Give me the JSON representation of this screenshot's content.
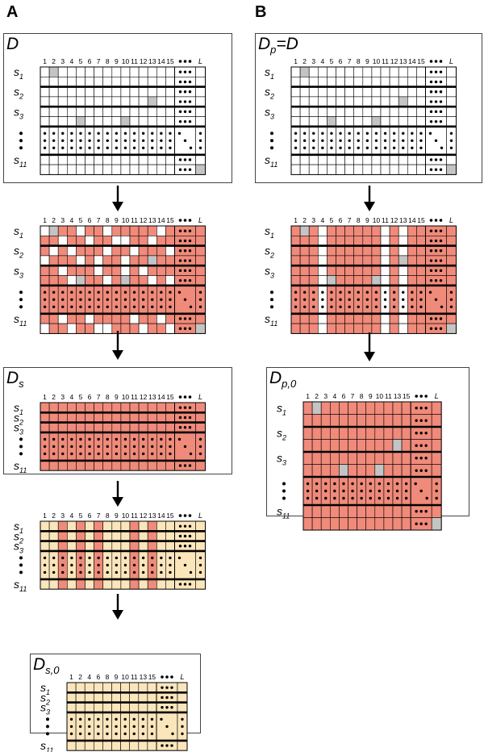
{
  "panels": {
    "a": "A",
    "b": "B"
  },
  "titles": {
    "d": "D",
    "dp_main": "D",
    "dp_sub": "p",
    "dp_eq": "=D",
    "ds_main": "D",
    "ds_sub": "s",
    "dp0_main": "D",
    "dp0_sub": "p,0",
    "ds0_main": "D",
    "ds0_sub": "s,0"
  },
  "row_labels": {
    "s": "s",
    "sub1": "1",
    "sub2": "2",
    "sub3": "3",
    "sub11": "11"
  },
  "column_headers": {
    "full": [
      "1",
      "2",
      "3",
      "4",
      "5",
      "6",
      "7",
      "8",
      "9",
      "10",
      "11",
      "12",
      "13",
      "14",
      "15"
    ],
    "reduced_s0": [
      "1",
      "2",
      "4",
      "6",
      "8",
      "9",
      "10",
      "11",
      "13",
      "15"
    ],
    "reduced_p0": [
      "1",
      "2",
      "3",
      "4",
      "6",
      "7",
      "8",
      "9",
      "10",
      "11",
      "13",
      "15"
    ],
    "last": "L"
  },
  "colors": {
    "red": "#f08a7a",
    "beige": "#fbe6bc",
    "gray": "#c4c4c4",
    "white": "#ffffff",
    "line": "#000000"
  }
}
